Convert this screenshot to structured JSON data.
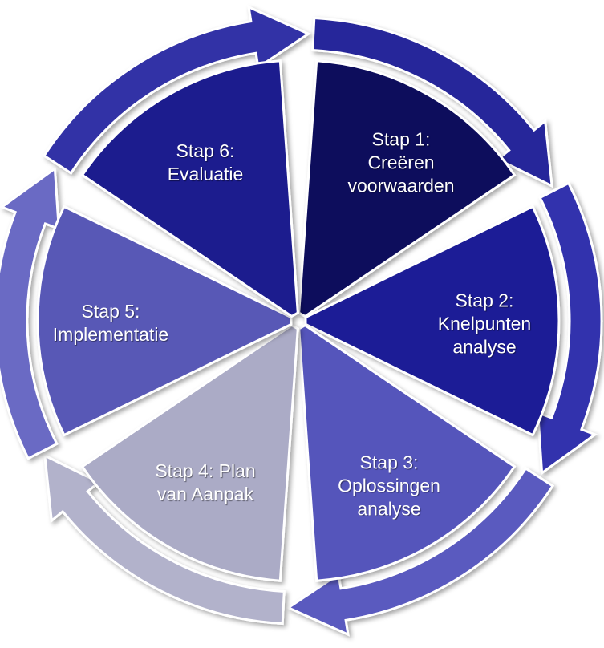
{
  "diagram": {
    "type": "cycle",
    "direction": "clockwise",
    "steps": [
      {
        "lines": [
          "Stap 1:",
          "Creëren",
          "voorwaarden"
        ],
        "color": "#0b0b5c",
        "arrow_color": "#27279a"
      },
      {
        "lines": [
          "Stap 2:",
          "Knelpunten",
          "analyse"
        ],
        "color": "#1d1d96",
        "arrow_color": "#3232ad"
      },
      {
        "lines": [
          "Stap 3:",
          "Oplossingen",
          "analyse"
        ],
        "color": "#5454bb",
        "arrow_color": "#5a5abf"
      },
      {
        "lines": [
          "Stap 4: Plan",
          "van Aanpak"
        ],
        "color": "#ababc6",
        "arrow_color": "#b2b2cb"
      },
      {
        "lines": [
          "Stap 5:",
          "Implementatie"
        ],
        "color": "#5858b6",
        "arrow_color": "#6a6ac4"
      },
      {
        "lines": [
          "Stap 6:",
          "Evaluatie"
        ],
        "color": "#1e1e8e",
        "arrow_color": "#3333a6"
      }
    ]
  }
}
